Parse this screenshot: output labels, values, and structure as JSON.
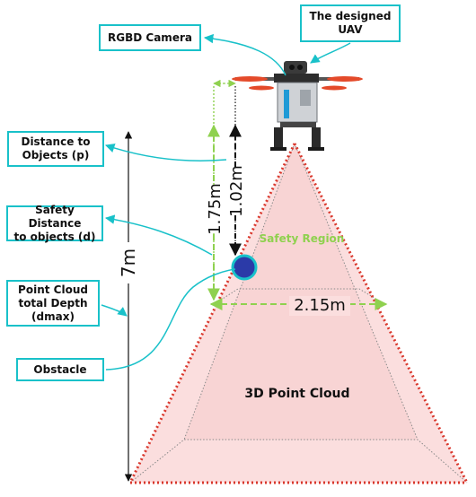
{
  "callouts": {
    "rgbd_camera": "RGBD Camera",
    "designed_uav": "The designed\nUAV",
    "distance_to_objects": "Distance to\nObjects (p)",
    "safety_distance": "Safety Distance\nto objects (d)",
    "point_cloud_depth": "Point Cloud\ntotal Depth\n(dmax)",
    "obstacle": "Obstacle"
  },
  "regions": {
    "safety_region": "Safety Region",
    "point_cloud": "3D Point Cloud"
  },
  "dimensions": {
    "total_depth": "7m",
    "safety_distance": "1.75m",
    "object_distance": "1.02m",
    "safety_width": "2.15m"
  },
  "colors": {
    "callout_border": "#19c1c9",
    "cone_fill": "#fbdede",
    "cone_edge": "#d9372c",
    "safety_green": "#8fd14f",
    "obstacle_fill": "#2b3aa8",
    "obstacle_ring": "#19c1c9"
  },
  "icons": [
    "uav-drone-icon",
    "rgbd-camera-icon",
    "obstacle-sphere-icon"
  ]
}
